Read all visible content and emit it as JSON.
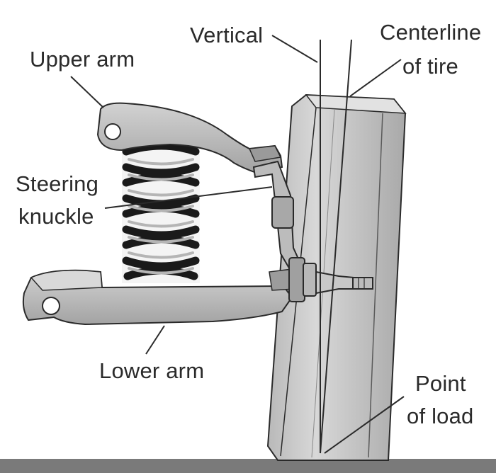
{
  "labels": {
    "vertical": "Vertical",
    "centerline_1": "Centerline",
    "centerline_2": "of tire",
    "upper_arm": "Upper arm",
    "steering_1": "Steering",
    "steering_2": "knuckle",
    "lower_arm": "Lower arm",
    "point_1": "Point",
    "point_2": "of load"
  },
  "colors": {
    "ink": "#2a2a2a",
    "part_fill": "#c4c4c4",
    "part_shade": "#8f8f8f",
    "spring_dark": "#1a1a1a",
    "ground": "#7a7a7a",
    "background": "#ffffff"
  },
  "icons": [
    "spring-coil",
    "tire",
    "upper-control-arm",
    "lower-control-arm",
    "steering-knuckle",
    "wheel-spindle"
  ]
}
